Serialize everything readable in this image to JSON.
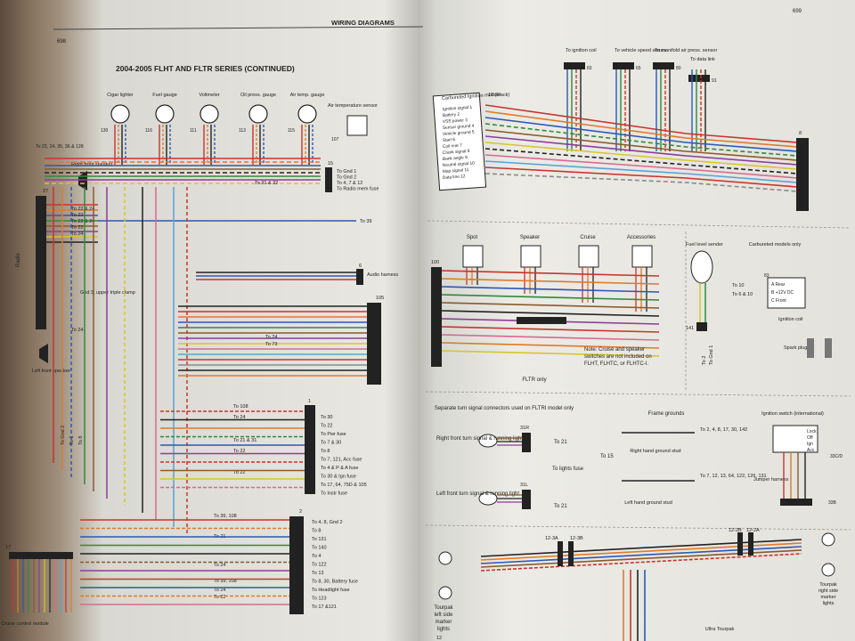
{
  "left_page": {
    "header": "WIRING DIAGRAMS",
    "page_number": "698",
    "title": "2004-2005 FLHT AND FLTR SERIES (CONTINUED)",
    "gauges": [
      {
        "name": "Cigar lighter",
        "num": "130"
      },
      {
        "name": "Fuel gauge",
        "num": "116"
      },
      {
        "name": "Voltmeter",
        "num": "111"
      },
      {
        "name": "Oil press. gauge",
        "num": "113"
      },
      {
        "name": "Air temp. gauge",
        "num": "115"
      }
    ],
    "sensor": {
      "name": "Air temperature sensor",
      "num": "107"
    },
    "connector_15": {
      "id": "15",
      "labels": [
        "To Gnd 1",
        "To Gnd 2",
        "To 4, 7 & 12",
        "To Radio mem fuse"
      ],
      "left_label": "To 31 & 32"
    },
    "radio": {
      "label": "Radio",
      "num": "27",
      "to_labels": [
        "To 22 & 24",
        "To 22",
        "To 22 & 24",
        "To 22",
        "To 24"
      ],
      "gnd": "Gnd 3, upper triple clamp",
      "to24": "To 24",
      "to39": "To 39",
      "to22_list": "To 22, 24, 35, 36 & 128"
    },
    "speakers": {
      "right": "Right front speaker",
      "left": "Left front speaker"
    },
    "audio": {
      "id": "6",
      "label": "Audio harness"
    },
    "connector_105": {
      "id": "105",
      "labels": [
        "To 24",
        "To 73"
      ]
    },
    "connector_1": {
      "id": "1",
      "labels": [
        "To 30",
        "To 22",
        "To Pwr fuse",
        "To 7 & 30",
        "To 8",
        "To 7, 121, Acc fuse",
        "To 4 & P & A fuse",
        "To 30 & Ign fuse",
        "To 17, 64, 75D & 105",
        "To Instr fuse"
      ],
      "left_labels": [
        "To 108",
        "To 24",
        "To 21 & 31",
        "To 22",
        "To 22"
      ]
    },
    "connector_2": {
      "id": "2",
      "labels": [
        "To 4, 8, Gnd 2",
        "To 8",
        "To 131",
        "To 140",
        "To 4",
        "To 122",
        "To 13",
        "To 8, 30, Battery fuse",
        "To Headlight fuse",
        "To 123",
        "To 17 &121"
      ],
      "left_labels": [
        "To 39, 108",
        "To 21",
        "To 24",
        "To 39, 108",
        "To 24",
        "To 22"
      ]
    },
    "cruise": {
      "label": "Cruise control module",
      "num": "17",
      "vertical": [
        "To Gnd 2",
        "To 1",
        "To 8"
      ]
    }
  },
  "right_page": {
    "page_number": "699",
    "top_connectors": [
      {
        "label": "To ignition coil",
        "num": "83"
      },
      {
        "label": "To vehicle speed sensor",
        "num": "65"
      },
      {
        "label": "To manifold air press. sensor",
        "num": "80"
      },
      {
        "label": "To data link",
        "num": "91"
      }
    ],
    "carb_module": {
      "title": "Carbureted Ignition module",
      "num": "10 (black)",
      "pins": [
        "Ignition signal 1",
        "Battery 2",
        "VSS power 3",
        "Sensor ground 4",
        "Vehicle ground 5",
        "Start 6",
        "Coil rear 7",
        "Crank signal 8",
        "Bank angle 9",
        "Neutral signal 10",
        "Map signal 11",
        "Data line 12"
      ],
      "right_num": "8"
    },
    "switches": {
      "num": "100",
      "labels": [
        "Spot",
        "Speaker",
        "Cruise",
        "Accessories"
      ],
      "fltr": "FLTR only",
      "note": "Note: Cruise and speaker switches are not included on FLHT, FLHTC, or FLHTC-I."
    },
    "fuel_sender": {
      "label": "Fuel level sender",
      "num": "141",
      "to": [
        "To 2",
        "To Gnd 1"
      ]
    },
    "carb_only": {
      "title": "Carbureted models only",
      "num": "83",
      "to": [
        "To 10",
        "To 6 & 10"
      ],
      "terms": [
        "A Rear",
        "B +12V DC",
        "C Front"
      ],
      "coil": "Ignition coil",
      "plugs": "Spark plugs"
    },
    "turn_signals": {
      "title": "Separate turn signal connectors used on FLTRI model only",
      "right": "Right front turn signal & running light",
      "left": "Left front turn signal & running light",
      "r_id": "31R",
      "l_id": "31L",
      "r_to": "To 21",
      "l_to": "To 21",
      "lights": "To lights fuse"
    },
    "frame_grounds": {
      "title": "Frame grounds",
      "right": "Right hand ground stud",
      "left": "Left hand ground stud",
      "to15": "To 15",
      "rlist": "To 2, 4, 8, 17, 30, 142",
      "llist": "To 7, 12, 13, 64, 122, 126, 131"
    },
    "ignition_switch": {
      "title": "Ignition switch (international)",
      "rows": [
        "Lock",
        "Off",
        "Ign",
        "Acc"
      ],
      "num": "33C/D",
      "harness": "Jumper harness",
      "num2": "33B"
    },
    "tourpak": {
      "c1": "12-3A",
      "c2": "12-3B",
      "c3": "12-2B",
      "c4": "12-2A",
      "left": "Tourpak left side marker lights",
      "right": "Tourpak right side marker lights",
      "bottom": "Ultra Tourpak",
      "num": "12"
    }
  }
}
